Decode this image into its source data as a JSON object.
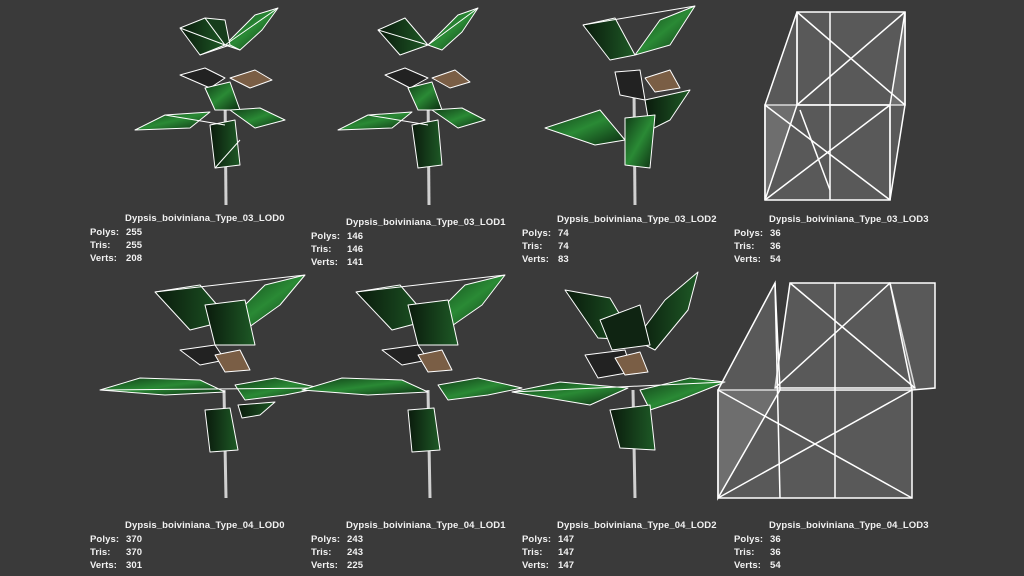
{
  "colors": {
    "background": "#3a3a3a",
    "wire": "#ffffff",
    "leaf_green": "#1f6b2a",
    "leaf_dark": "#0d2410",
    "stem": "#cfcfcf",
    "dry_leaf": "#8a6b50",
    "box_fill": "#7a7a7a",
    "text": "#f2f2f2"
  },
  "stat_labels": {
    "polys": "Polys:",
    "tris": "Tris:",
    "verts": "Verts:"
  },
  "models": [
    {
      "name": "Dypsis_boiviniana_Type_03_LOD0",
      "polys": "255",
      "tris": "255",
      "verts": "208"
    },
    {
      "name": "Dypsis_boiviniana_Type_03_LOD1",
      "polys": "146",
      "tris": "146",
      "verts": "141"
    },
    {
      "name": "Dypsis_boiviniana_Type_03_LOD2",
      "polys": "74",
      "tris": "74",
      "verts": "83"
    },
    {
      "name": "Dypsis_boiviniana_Type_03_LOD3",
      "polys": "36",
      "tris": "36",
      "verts": "54"
    },
    {
      "name": "Dypsis_boiviniana_Type_04_LOD0",
      "polys": "370",
      "tris": "370",
      "verts": "301"
    },
    {
      "name": "Dypsis_boiviniana_Type_04_LOD1",
      "polys": "243",
      "tris": "243",
      "verts": "225"
    },
    {
      "name": "Dypsis_boiviniana_Type_04_LOD2",
      "polys": "147",
      "tris": "147",
      "verts": "147"
    },
    {
      "name": "Dypsis_boiviniana_Type_04_LOD3",
      "polys": "36",
      "tris": "36",
      "verts": "54"
    }
  ]
}
